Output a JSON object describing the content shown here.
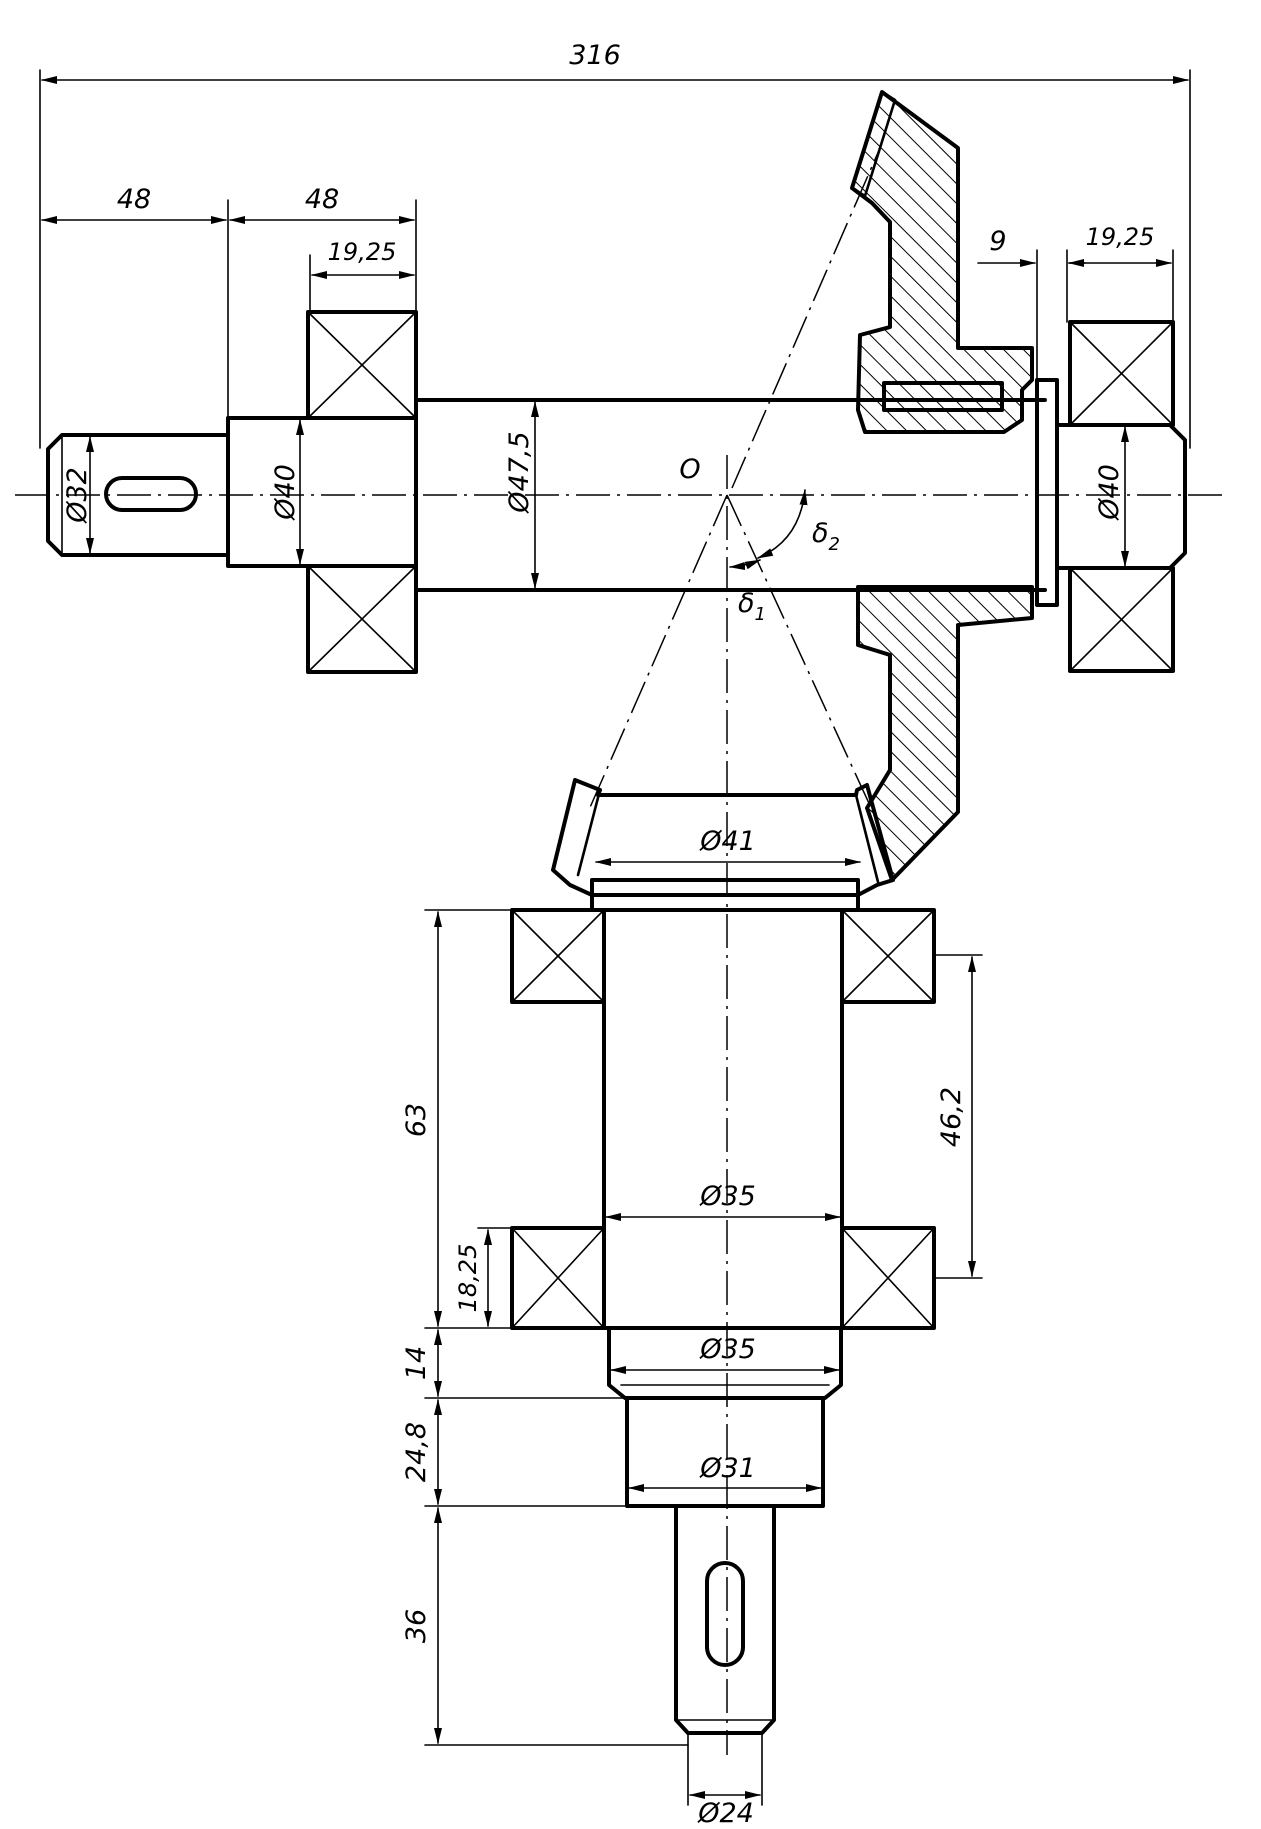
{
  "dimensions": {
    "overall_length": "316",
    "left_seg_1": "48",
    "left_seg_2": "48",
    "left_bearing_width": "19,25",
    "gap_9": "9",
    "right_bearing_width": "19,25",
    "dia_32": "Ø32",
    "dia_40_left": "Ø40",
    "dia_47_5": "Ø47,5",
    "dia_40_right": "Ø40",
    "dia_41": "Ø41",
    "dia_35_upper": "Ø35",
    "dia_35_lower": "Ø35",
    "dia_31": "Ø31",
    "dia_24": "Ø24",
    "len_63": "63",
    "len_46_2": "46,2",
    "len_18_25": "18,25",
    "len_14": "14",
    "len_24_8": "24,8",
    "len_36": "36"
  },
  "labels": {
    "apex": "O",
    "delta1": "δ",
    "delta1_sub": "1",
    "delta2": "δ",
    "delta2_sub": "2"
  }
}
